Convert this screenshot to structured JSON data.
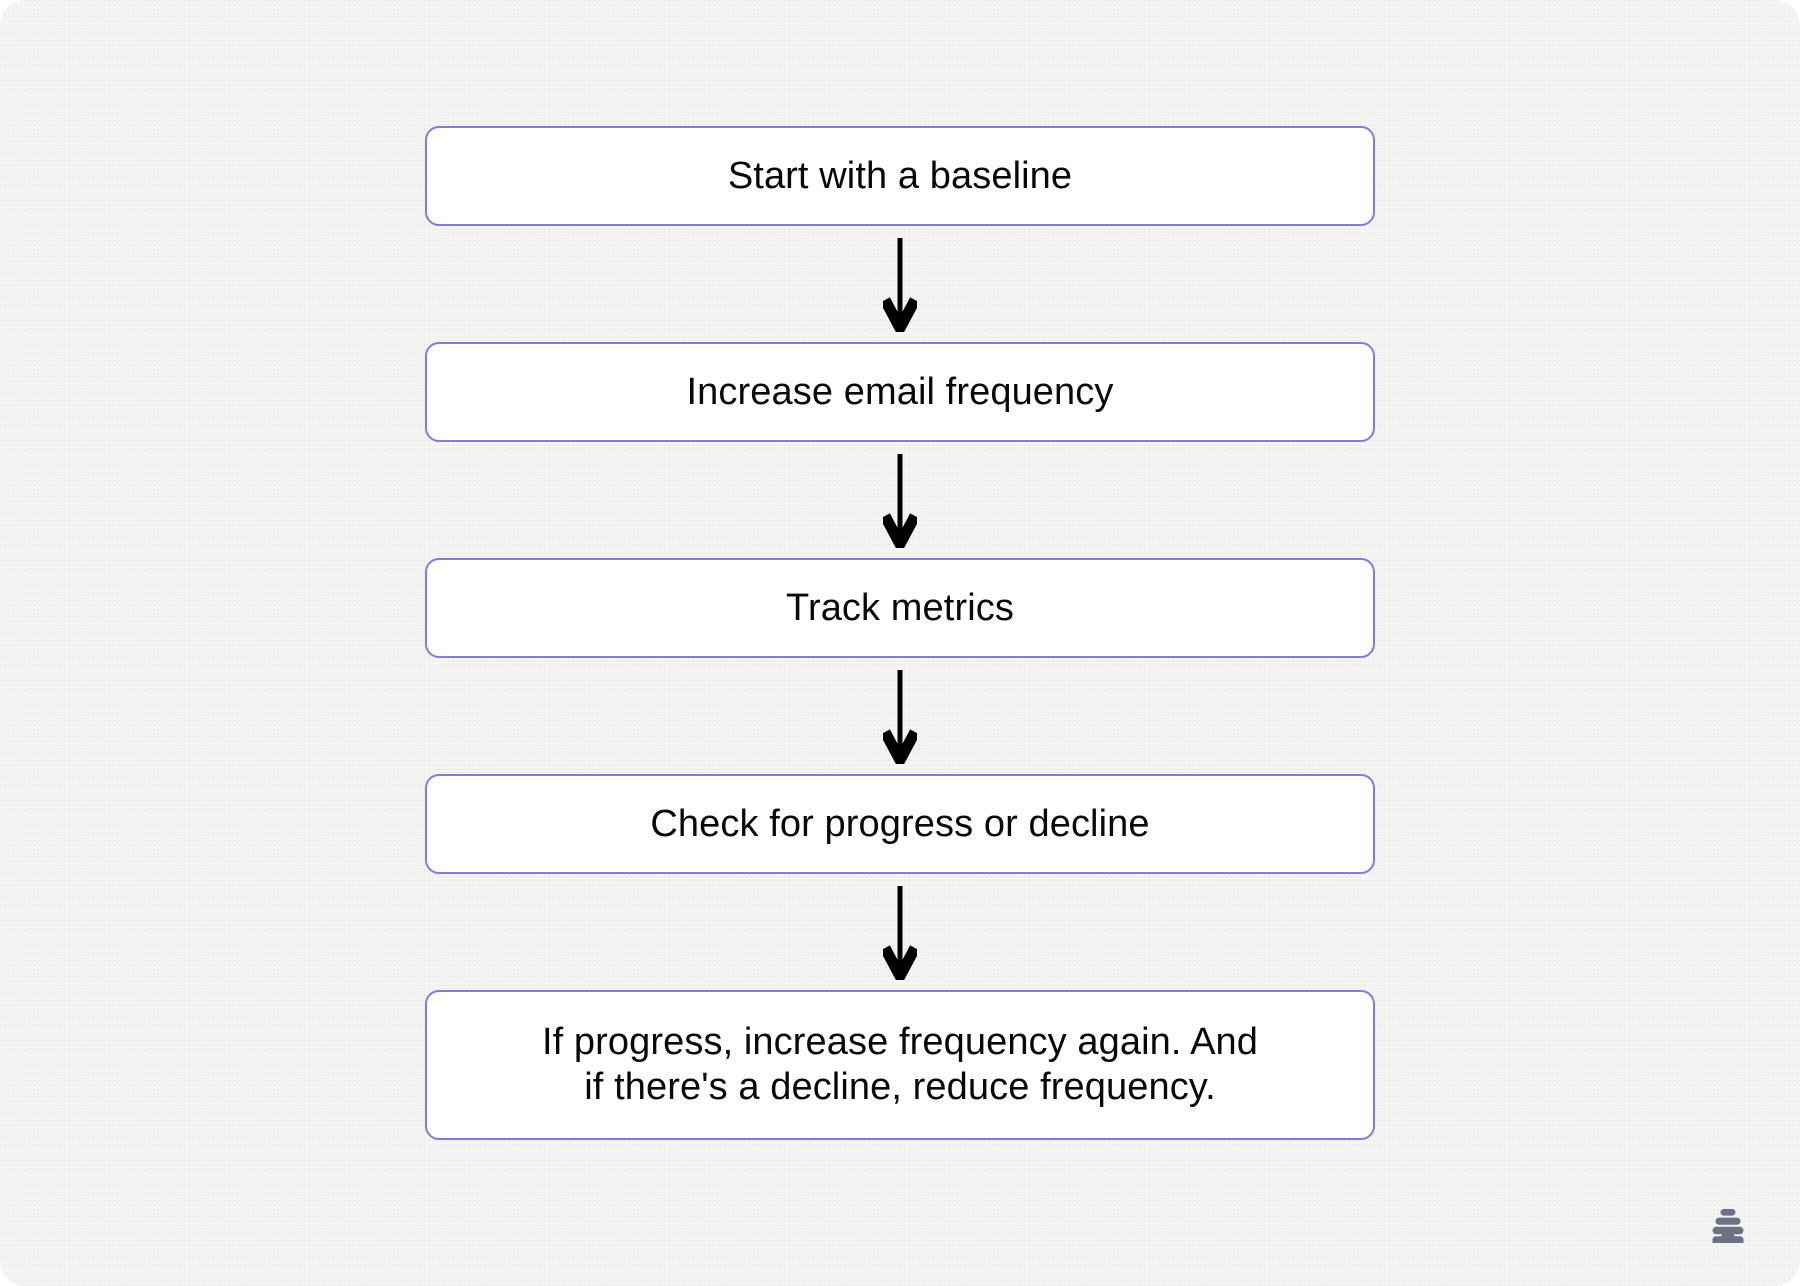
{
  "canvas": {
    "background_color": "#f4f4f3",
    "accent_color": "#7b80d6",
    "text_color": "#08090a"
  },
  "flowchart": {
    "type": "vertical-flow",
    "node_count": 5,
    "nodes": [
      {
        "id": "baseline",
        "label": "Start with a baseline"
      },
      {
        "id": "increase-freq",
        "label": "Increase email frequency"
      },
      {
        "id": "track-metrics",
        "label": "Track metrics"
      },
      {
        "id": "check-progress",
        "label": "Check for progress or decline"
      },
      {
        "id": "adjust-freq",
        "label_line1": "If progress, increase frequency again. And",
        "label_line2": "if there's a decline, reduce frequency."
      }
    ],
    "connectors": [
      {
        "from": "baseline",
        "to": "increase-freq",
        "icon": "arrow-down-icon"
      },
      {
        "from": "increase-freq",
        "to": "track-metrics",
        "icon": "arrow-down-icon"
      },
      {
        "from": "track-metrics",
        "to": "check-progress",
        "icon": "arrow-down-icon"
      },
      {
        "from": "check-progress",
        "to": "adjust-freq",
        "icon": "arrow-down-icon"
      }
    ]
  },
  "branding": {
    "logo_icon": "beehive-logo-icon",
    "logo_color": "#6e7185"
  }
}
